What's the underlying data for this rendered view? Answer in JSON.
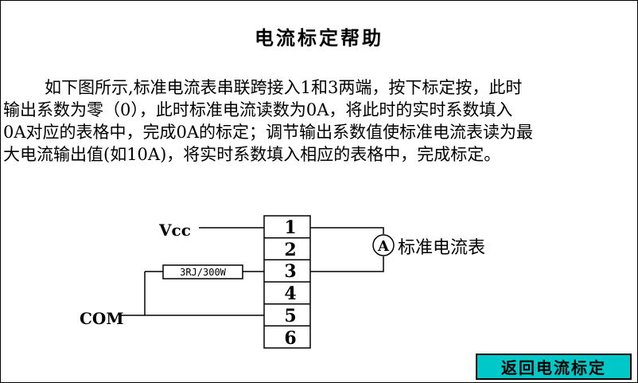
{
  "title": "电流标定帮助",
  "paragraph": {
    "line1": "如下图所示,标准电流表串联跨接入1和3两端，按下标定按，此时",
    "line2": "输出系数为零（0），此时标准电流读数为0A，将此时的实时系数填入",
    "line3": "0A对应的表格中，完成0A的标定；调节输出系数值使标准电流表读为最",
    "line4": "大电流输出值(如10A)，将实时系数填入相应的表格中，完成标定。"
  },
  "diagram": {
    "vcc_label": "Vcc",
    "com_label": "COM",
    "resistor_label": "3RJ/300W",
    "ammeter_symbol": "A",
    "ammeter_label": "标准电流表",
    "terminals": [
      "1",
      "2",
      "3",
      "4",
      "5",
      "6"
    ]
  },
  "buttons": {
    "back_label": "返回电流标定"
  },
  "colors": {
    "background": "#ffffff",
    "button": "#00c8c8"
  }
}
